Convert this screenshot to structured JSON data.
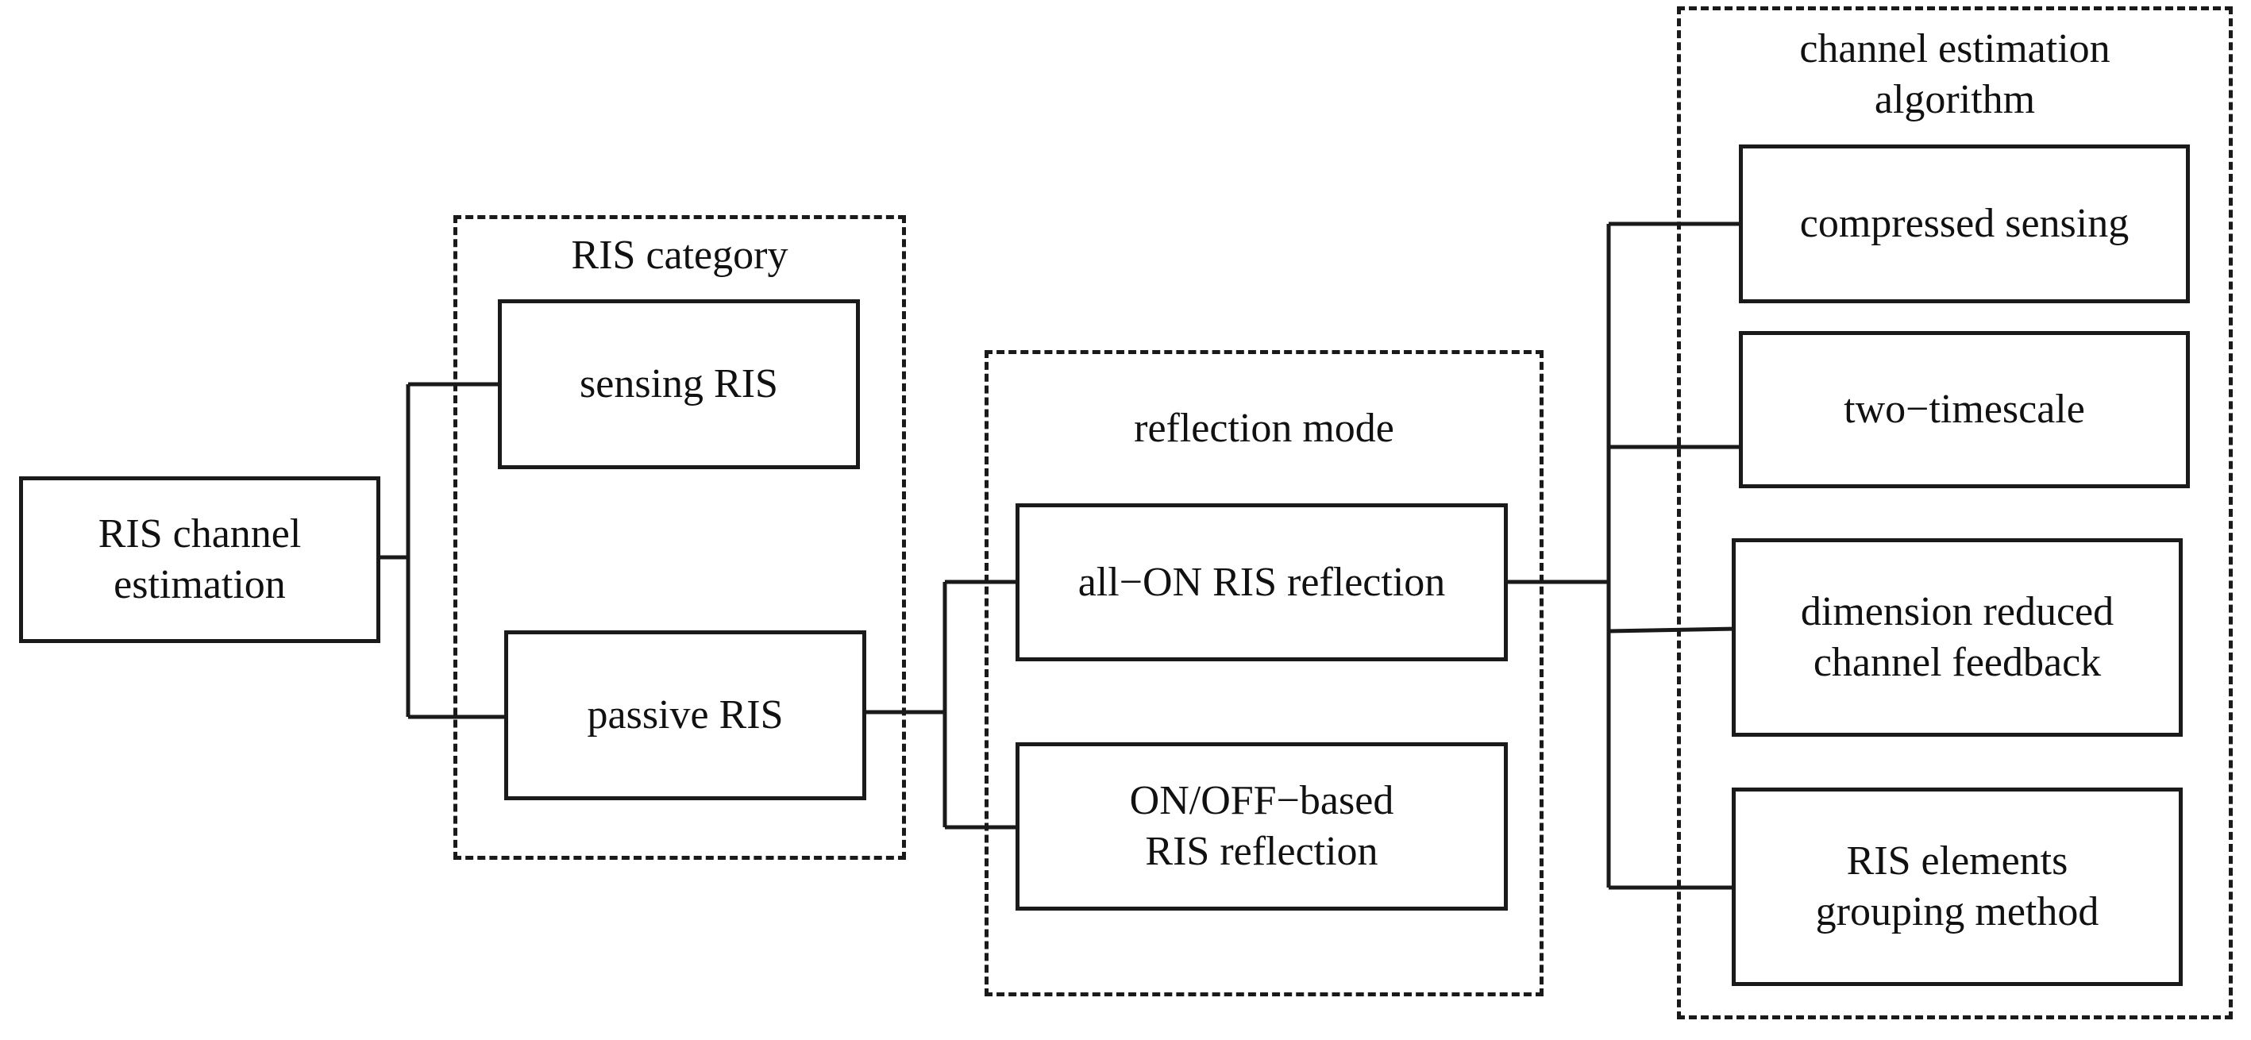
{
  "root": {
    "line1": "RIS channel",
    "line2": "estimation"
  },
  "groups": {
    "category": {
      "title": "RIS category",
      "items": [
        {
          "line1": "sensing RIS"
        },
        {
          "line1": "passive RIS"
        }
      ]
    },
    "reflection": {
      "title": "reflection mode",
      "items": [
        {
          "line1": "all−ON RIS reflection"
        },
        {
          "line1": "ON/OFF−based",
          "line2": "RIS reflection"
        }
      ]
    },
    "algorithm": {
      "title_line1": "channel estimation",
      "title_line2": "algorithm",
      "items": [
        {
          "line1": "compressed sensing"
        },
        {
          "line1": "two−timescale"
        },
        {
          "line1": "dimension reduced",
          "line2": "channel feedback"
        },
        {
          "line1": "RIS elements",
          "line2": "grouping method"
        }
      ]
    }
  }
}
